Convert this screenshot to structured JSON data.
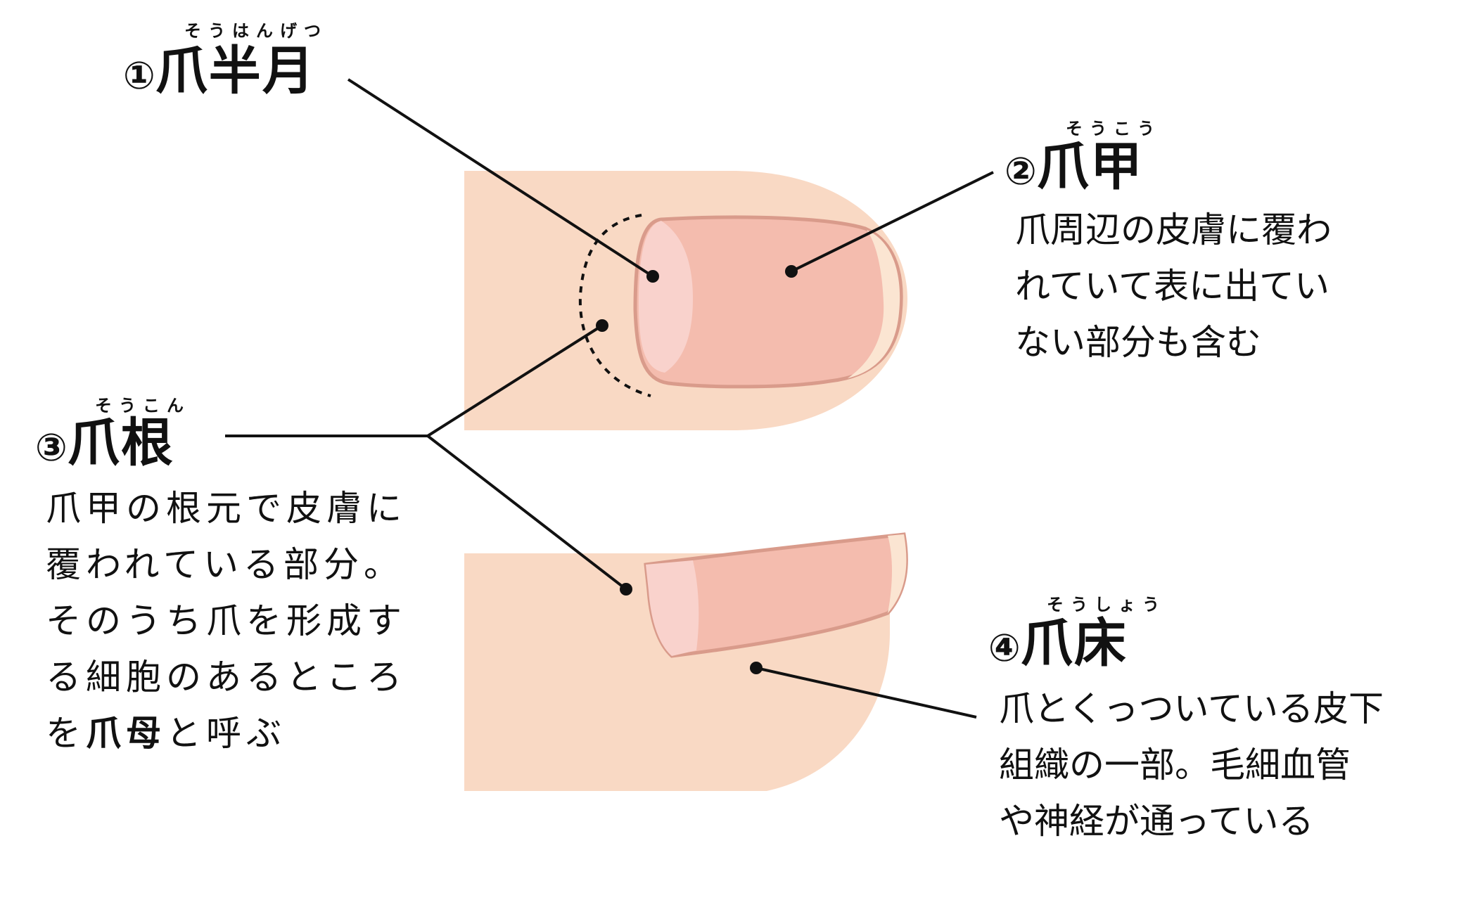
{
  "colors": {
    "skin": "#f9d9c4",
    "nail": "#f4bcae",
    "nail_outline": "#d99b8b",
    "lunula": "#f9d2cc",
    "free_edge": "#fbe5d2",
    "line": "#111111"
  },
  "labels": {
    "lunula": {
      "ruby": "そうはんげつ",
      "number": "①",
      "name": "爪半月"
    },
    "nail_plate": {
      "ruby": "そうこう",
      "number": "②",
      "name": "爪甲",
      "description": "爪周辺の皮膚に覆わ\nれていて表に出てい\nない部分も含む"
    },
    "nail_root": {
      "ruby": "そうこん",
      "number": "③",
      "name": "爪根",
      "description": "爪甲の根元で皮膚に\n覆われている部分。\nそのうち爪を形成す\nる細胞のあるところ",
      "last_line_prefix": "を",
      "last_line_bold": "爪母",
      "last_line_suffix": "と呼ぶ"
    },
    "nail_bed": {
      "ruby": "そうしょう",
      "number": "④",
      "name": "爪床",
      "description": "爪とくっついている皮下\n組織の一部。毛細血管\nや神経が通っている"
    }
  }
}
